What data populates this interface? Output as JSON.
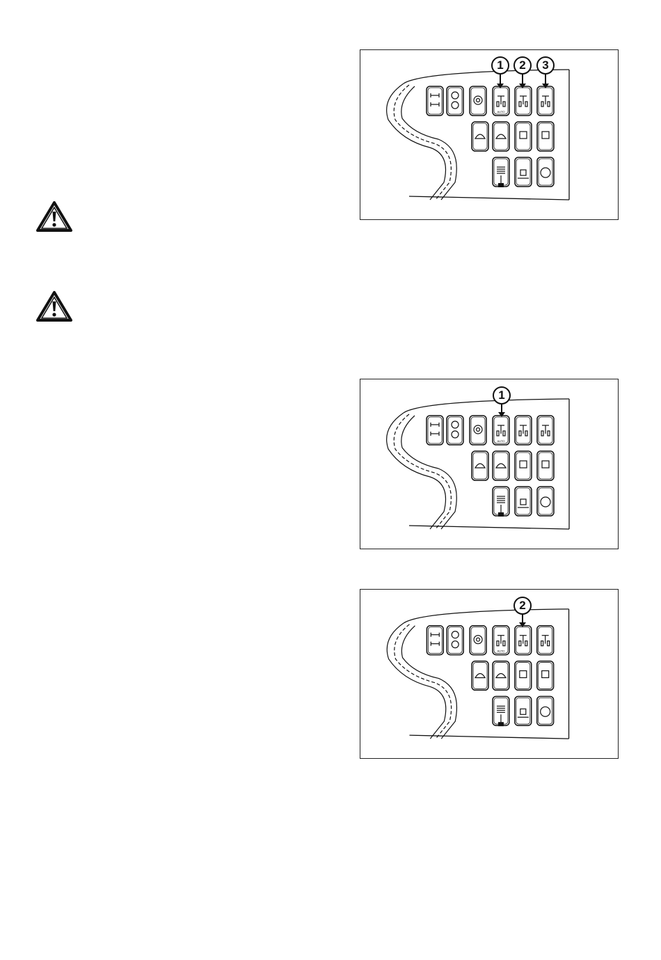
{
  "warnings": [
    {
      "icon": "warning-triangle-icon"
    },
    {
      "icon": "warning-triangle-icon"
    }
  ],
  "figures": [
    {
      "callouts": [
        "1",
        "2",
        "3"
      ]
    },
    {
      "callouts": [
        "1"
      ]
    },
    {
      "callouts": [
        "2"
      ]
    }
  ],
  "switch_labels": {
    "auto": "AUTO"
  }
}
